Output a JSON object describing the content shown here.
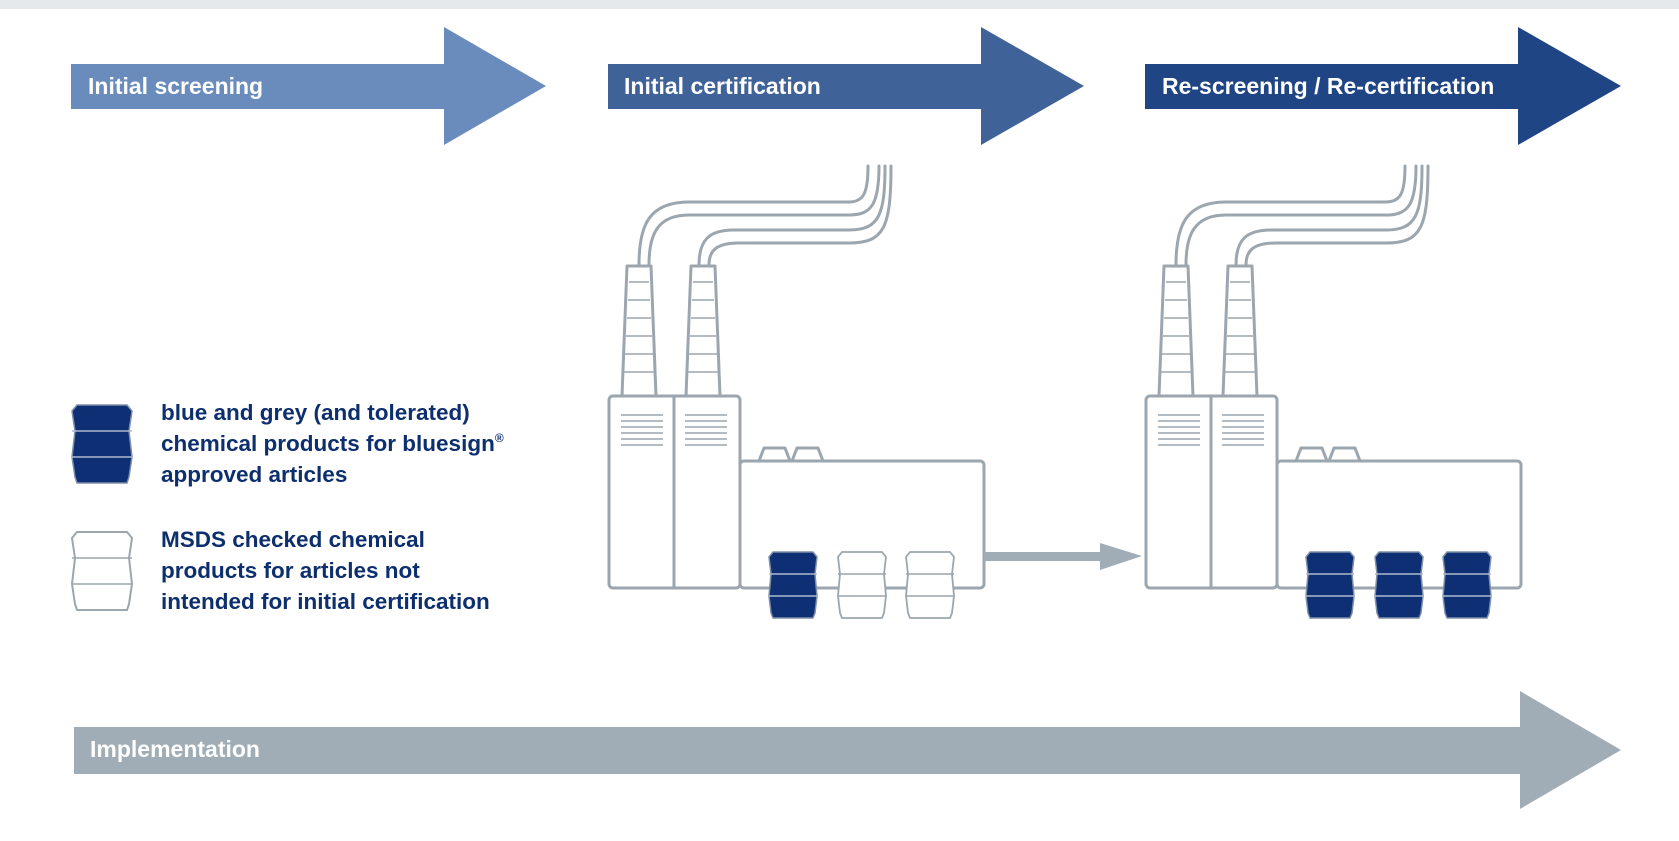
{
  "colors": {
    "arrow_initial_screening": "#6a8cbd",
    "arrow_initial_certification": "#3f6299",
    "arrow_rescreening": "#1f4585",
    "arrow_implementation": "#a1adb6",
    "factory_outline": "#9ba6ae",
    "barrel_blue": "#0e2f73",
    "text_navy": "#0d2f6e"
  },
  "phases": [
    {
      "label": "Initial screening"
    },
    {
      "label": "Initial certification"
    },
    {
      "label": "Re-screening / Re-certification"
    }
  ],
  "implementation": {
    "label": "Implementation"
  },
  "legend": [
    {
      "icon": "blue-barrel-icon",
      "lines": [
        "blue and grey (and tolerated)",
        "chemical products for bluesign",
        "approved articles"
      ],
      "mark": "®"
    },
    {
      "icon": "white-barrel-icon",
      "lines": [
        "MSDS checked chemical",
        "products for articles not",
        "intended for initial certification"
      ]
    }
  ],
  "factories": [
    {
      "name": "initial-certification-factory",
      "barrels": [
        "blue",
        "white",
        "white"
      ]
    },
    {
      "name": "recertification-factory",
      "barrels": [
        "blue",
        "blue",
        "blue"
      ]
    }
  ]
}
